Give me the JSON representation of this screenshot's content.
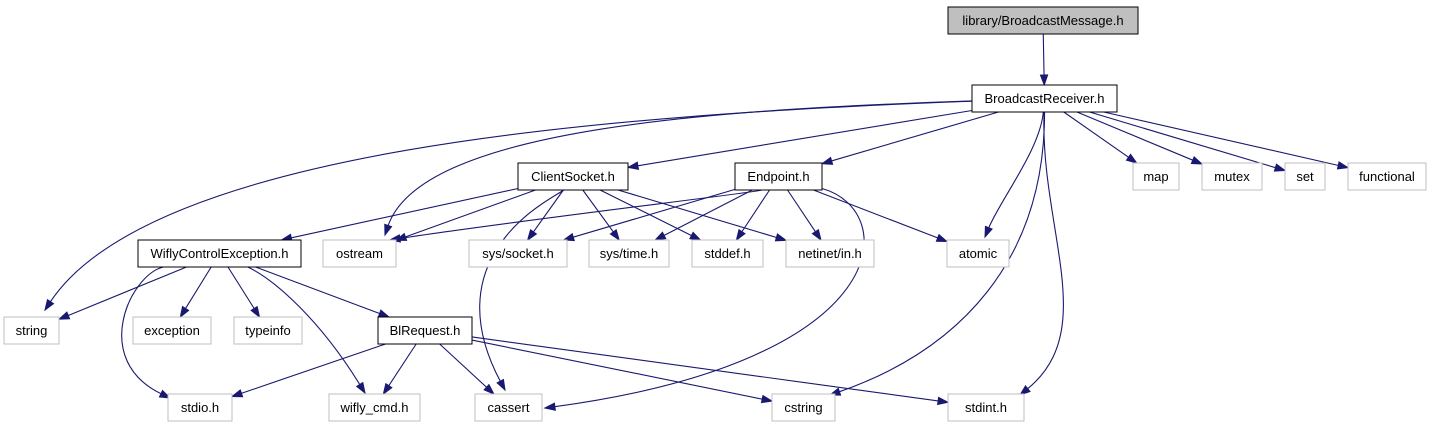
{
  "diagram": {
    "colors": {
      "edge": "#191970",
      "root_fill": "#bfbfbf",
      "local_border": "#000000",
      "system_border": "#bfbfbf",
      "background": "#ffffff"
    },
    "nodes": [
      {
        "id": "broadcastmessage",
        "label": "library/BroadcastMessage.h",
        "kind": "root"
      },
      {
        "id": "broadcastreceiver",
        "label": "BroadcastReceiver.h",
        "kind": "local"
      },
      {
        "id": "clientsocket",
        "label": "ClientSocket.h",
        "kind": "local"
      },
      {
        "id": "endpoint",
        "label": "Endpoint.h",
        "kind": "local"
      },
      {
        "id": "map",
        "label": "map",
        "kind": "system"
      },
      {
        "id": "mutex",
        "label": "mutex",
        "kind": "system"
      },
      {
        "id": "set",
        "label": "set",
        "kind": "system"
      },
      {
        "id": "functional",
        "label": "functional",
        "kind": "system"
      },
      {
        "id": "wiflycontrolexception",
        "label": "WiflyControlException.h",
        "kind": "local"
      },
      {
        "id": "ostream",
        "label": "ostream",
        "kind": "system"
      },
      {
        "id": "syssocket",
        "label": "sys/socket.h",
        "kind": "system"
      },
      {
        "id": "systime",
        "label": "sys/time.h",
        "kind": "system"
      },
      {
        "id": "stddef",
        "label": "stddef.h",
        "kind": "system"
      },
      {
        "id": "netinet",
        "label": "netinet/in.h",
        "kind": "system"
      },
      {
        "id": "atomic",
        "label": "atomic",
        "kind": "system"
      },
      {
        "id": "string",
        "label": "string",
        "kind": "system"
      },
      {
        "id": "exception",
        "label": "exception",
        "kind": "system"
      },
      {
        "id": "typeinfo",
        "label": "typeinfo",
        "kind": "system"
      },
      {
        "id": "blrequest",
        "label": "BlRequest.h",
        "kind": "local"
      },
      {
        "id": "stdio",
        "label": "stdio.h",
        "kind": "system"
      },
      {
        "id": "wiflycmd",
        "label": "wifly_cmd.h",
        "kind": "system"
      },
      {
        "id": "cassert",
        "label": "cassert",
        "kind": "system"
      },
      {
        "id": "cstring",
        "label": "cstring",
        "kind": "system"
      },
      {
        "id": "stdint",
        "label": "stdint.h",
        "kind": "system"
      }
    ],
    "edges": [
      {
        "from": "broadcastmessage",
        "to": "broadcastreceiver"
      },
      {
        "from": "broadcastreceiver",
        "to": "clientsocket"
      },
      {
        "from": "broadcastreceiver",
        "to": "endpoint"
      },
      {
        "from": "broadcastreceiver",
        "to": "map"
      },
      {
        "from": "broadcastreceiver",
        "to": "mutex"
      },
      {
        "from": "broadcastreceiver",
        "to": "set"
      },
      {
        "from": "broadcastreceiver",
        "to": "functional"
      },
      {
        "from": "broadcastreceiver",
        "to": "ostream"
      },
      {
        "from": "broadcastreceiver",
        "to": "string"
      },
      {
        "from": "broadcastreceiver",
        "to": "atomic"
      },
      {
        "from": "broadcastreceiver",
        "to": "cstring"
      },
      {
        "from": "broadcastreceiver",
        "to": "stdint"
      },
      {
        "from": "clientsocket",
        "to": "wiflycontrolexception"
      },
      {
        "from": "clientsocket",
        "to": "ostream"
      },
      {
        "from": "clientsocket",
        "to": "syssocket"
      },
      {
        "from": "clientsocket",
        "to": "systime"
      },
      {
        "from": "clientsocket",
        "to": "stddef"
      },
      {
        "from": "clientsocket",
        "to": "netinet"
      },
      {
        "from": "clientsocket",
        "to": "cassert"
      },
      {
        "from": "endpoint",
        "to": "ostream"
      },
      {
        "from": "endpoint",
        "to": "syssocket"
      },
      {
        "from": "endpoint",
        "to": "systime"
      },
      {
        "from": "endpoint",
        "to": "stddef"
      },
      {
        "from": "endpoint",
        "to": "netinet"
      },
      {
        "from": "endpoint",
        "to": "atomic"
      },
      {
        "from": "endpoint",
        "to": "cassert"
      },
      {
        "from": "wiflycontrolexception",
        "to": "string"
      },
      {
        "from": "wiflycontrolexception",
        "to": "exception"
      },
      {
        "from": "wiflycontrolexception",
        "to": "typeinfo"
      },
      {
        "from": "wiflycontrolexception",
        "to": "blrequest"
      },
      {
        "from": "wiflycontrolexception",
        "to": "stdio"
      },
      {
        "from": "wiflycontrolexception",
        "to": "wiflycmd"
      },
      {
        "from": "blrequest",
        "to": "stdio"
      },
      {
        "from": "blrequest",
        "to": "wiflycmd"
      },
      {
        "from": "blrequest",
        "to": "cassert"
      },
      {
        "from": "blrequest",
        "to": "cstring"
      },
      {
        "from": "blrequest",
        "to": "stdint"
      }
    ]
  }
}
